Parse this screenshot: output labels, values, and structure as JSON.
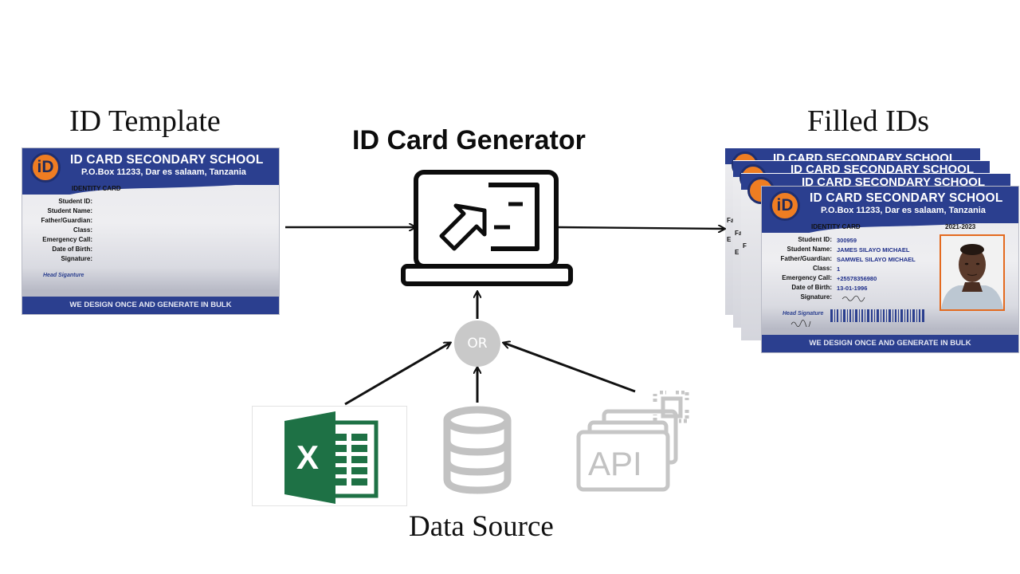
{
  "headings": {
    "template": "ID Template",
    "generator": "ID Card Generator",
    "filled": "Filled IDs",
    "data_source": "Data Source"
  },
  "card": {
    "logo_text": "iD",
    "school_name": "ID CARD SECONDARY SCHOOL",
    "address": "P.O.Box 11233, Dar es salaam, Tanzania",
    "card_type": "IDENTITY CARD",
    "field_labels": [
      "Student ID:",
      "Student Name:",
      "Father/Guardian:",
      "Class:",
      "Emergency Call:",
      "Date of Birth:",
      "Signature:"
    ],
    "head_signature_label": "Head Siganture",
    "filled_head_signature_label": "Head Signature",
    "footer": "WE DESIGN ONCE AND GENERATE IN BULK",
    "year": "2021-2023",
    "field_values": [
      "300959",
      "JAMES SILAYO MICHAEL",
      "SAMWEL SILAYO MICHAEL",
      "1",
      "+25578356980",
      "13-01-1996"
    ]
  },
  "stack": {
    "back_school_name": "ID CARD SECONDARY SCHOOL",
    "left_letters": [
      "Fa",
      "E",
      "Fa",
      "E",
      "F"
    ]
  },
  "or_label": "OR",
  "api_label": "API",
  "excel_letter": "X",
  "icons": [
    "laptop-export-icon",
    "excel-icon",
    "database-icon",
    "api-icon"
  ],
  "colors": {
    "card_blue": "#2b3f8f",
    "logo_orange": "#ef7d22",
    "excel_green": "#1e7145",
    "source_gray": "#c9c9c9",
    "value_blue": "#1f2f8a"
  }
}
